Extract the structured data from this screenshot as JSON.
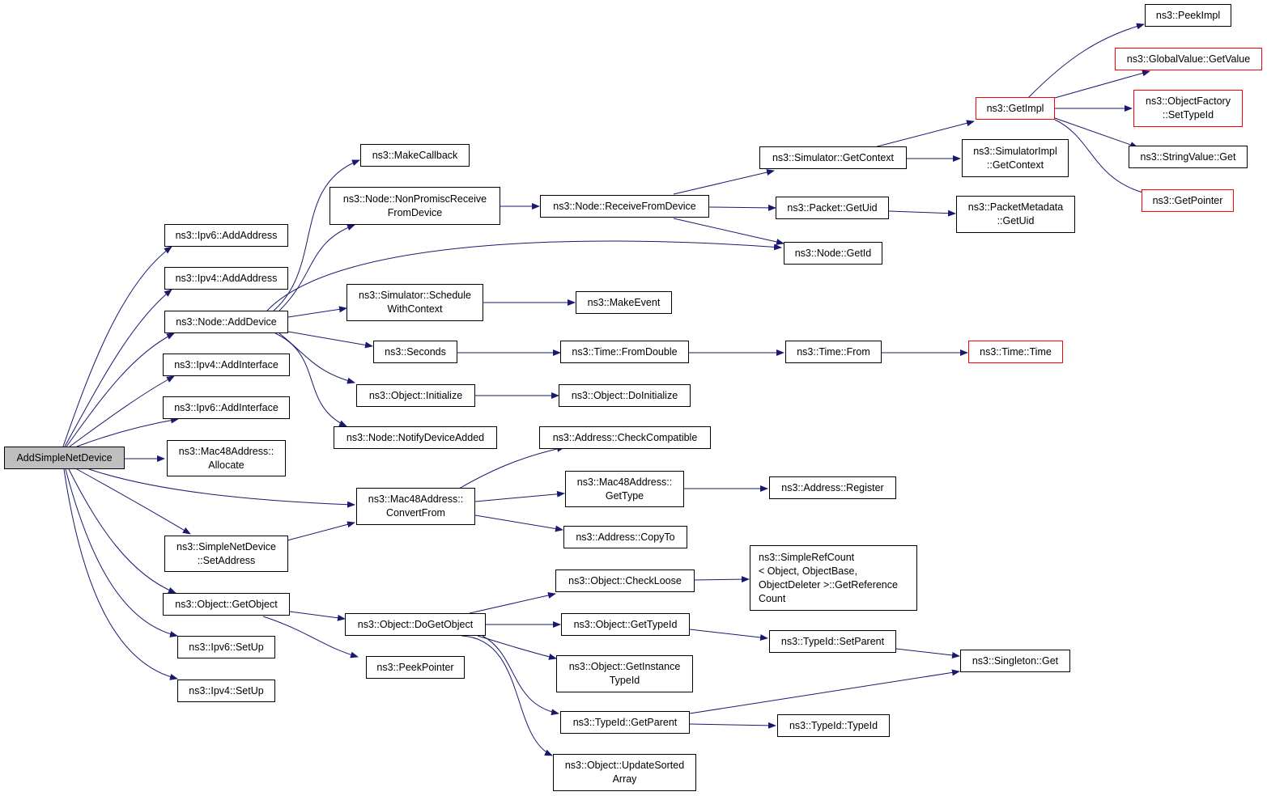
{
  "graph": {
    "edge_color": "#191970",
    "highlight_border": "#ff0000",
    "root_fill": "#bfbfbf",
    "nodes": {
      "root": "AddSimpleNetDevice",
      "ipv6_addaddress": "ns3::Ipv6::AddAddress",
      "ipv4_addaddress": "ns3::Ipv4::AddAddress",
      "node_adddevice": "ns3::Node::AddDevice",
      "ipv4_addinterface": "ns3::Ipv4::AddInterface",
      "ipv6_addinterface": "ns3::Ipv6::AddInterface",
      "mac48_allocate": "ns3::Mac48Address::\nAllocate",
      "simplenetdevice_setaddress": "ns3::SimpleNetDevice\n::SetAddress",
      "object_getobject": "ns3::Object::GetObject",
      "ipv6_setup": "ns3::Ipv6::SetUp",
      "ipv4_setup": "ns3::Ipv4::SetUp",
      "makecallback": "ns3::MakeCallback",
      "nonpromisc": "ns3::Node::NonPromiscReceive\nFromDevice",
      "schedulewithcontext": "ns3::Simulator::Schedule\nWithContext",
      "seconds": "ns3::Seconds",
      "object_initialize": "ns3::Object::Initialize",
      "notifydeviceadded": "ns3::Node::NotifyDeviceAdded",
      "mac48_convertfrom": "ns3::Mac48Address::\nConvertFrom",
      "object_dogetobject": "ns3::Object::DoGetObject",
      "peekpointer": "ns3::PeekPointer",
      "receivefromdevice": "ns3::Node::ReceiveFromDevice",
      "makeevent": "ns3::MakeEvent",
      "time_fromdouble": "ns3::Time::FromDouble",
      "object_doinitialize": "ns3::Object::DoInitialize",
      "address_checkcompatible": "ns3::Address::CheckCompatible",
      "mac48_gettype": "ns3::Mac48Address::\nGetType",
      "address_copyto": "ns3::Address::CopyTo",
      "object_checkloose": "ns3::Object::CheckLoose",
      "object_gettypeid": "ns3::Object::GetTypeId",
      "object_getinstancetypeid": "ns3::Object::GetInstance\nTypeId",
      "typeid_getparent": "ns3::TypeId::GetParent",
      "object_updatesortedarray": "ns3::Object::UpdateSorted\nArray",
      "simulator_getcontext": "ns3::Simulator::GetContext",
      "packet_getuid": "ns3::Packet::GetUid",
      "node_getid": "ns3::Node::GetId",
      "time_from": "ns3::Time::From",
      "address_register": "ns3::Address::Register",
      "simplerefcount": "ns3::SimpleRefCount\n< Object, ObjectBase,\n ObjectDeleter >::GetReference\nCount",
      "typeid_setparent": "ns3::TypeId::SetParent",
      "typeid_typeid": "ns3::TypeId::TypeId",
      "getimpl": "ns3::GetImpl",
      "simulatorimpl_getcontext": "ns3::SimulatorImpl\n::GetContext",
      "packetmetadata_getuid": "ns3::PacketMetadata\n::GetUid",
      "time_time": "ns3::Time::Time",
      "singleton_get": "ns3::Singleton::Get",
      "peekimpl": "ns3::PeekImpl",
      "globalvalue_getvalue": "ns3::GlobalValue::GetValue",
      "objectfactory_settypeid": "ns3::ObjectFactory\n::SetTypeId",
      "stringvalue_get": "ns3::StringValue::Get",
      "getpointer": "ns3::GetPointer"
    }
  }
}
